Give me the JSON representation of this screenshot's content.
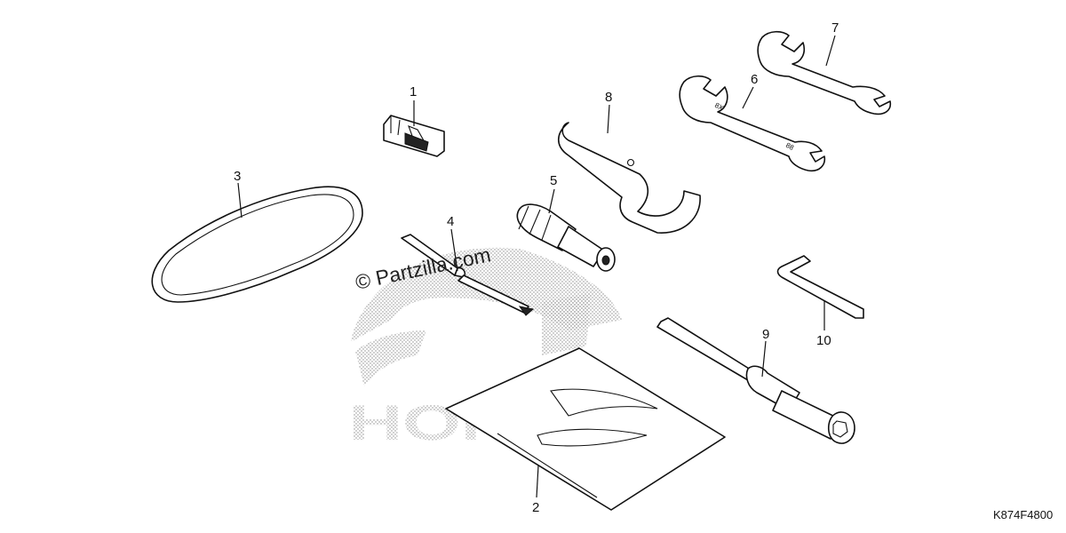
{
  "watermark": "© Partzilla.com",
  "doc_id": "K874F4800",
  "brand_text": "HONDA",
  "callouts": [
    "1",
    "2",
    "3",
    "4",
    "5",
    "6",
    "7",
    "8",
    "9",
    "10"
  ]
}
